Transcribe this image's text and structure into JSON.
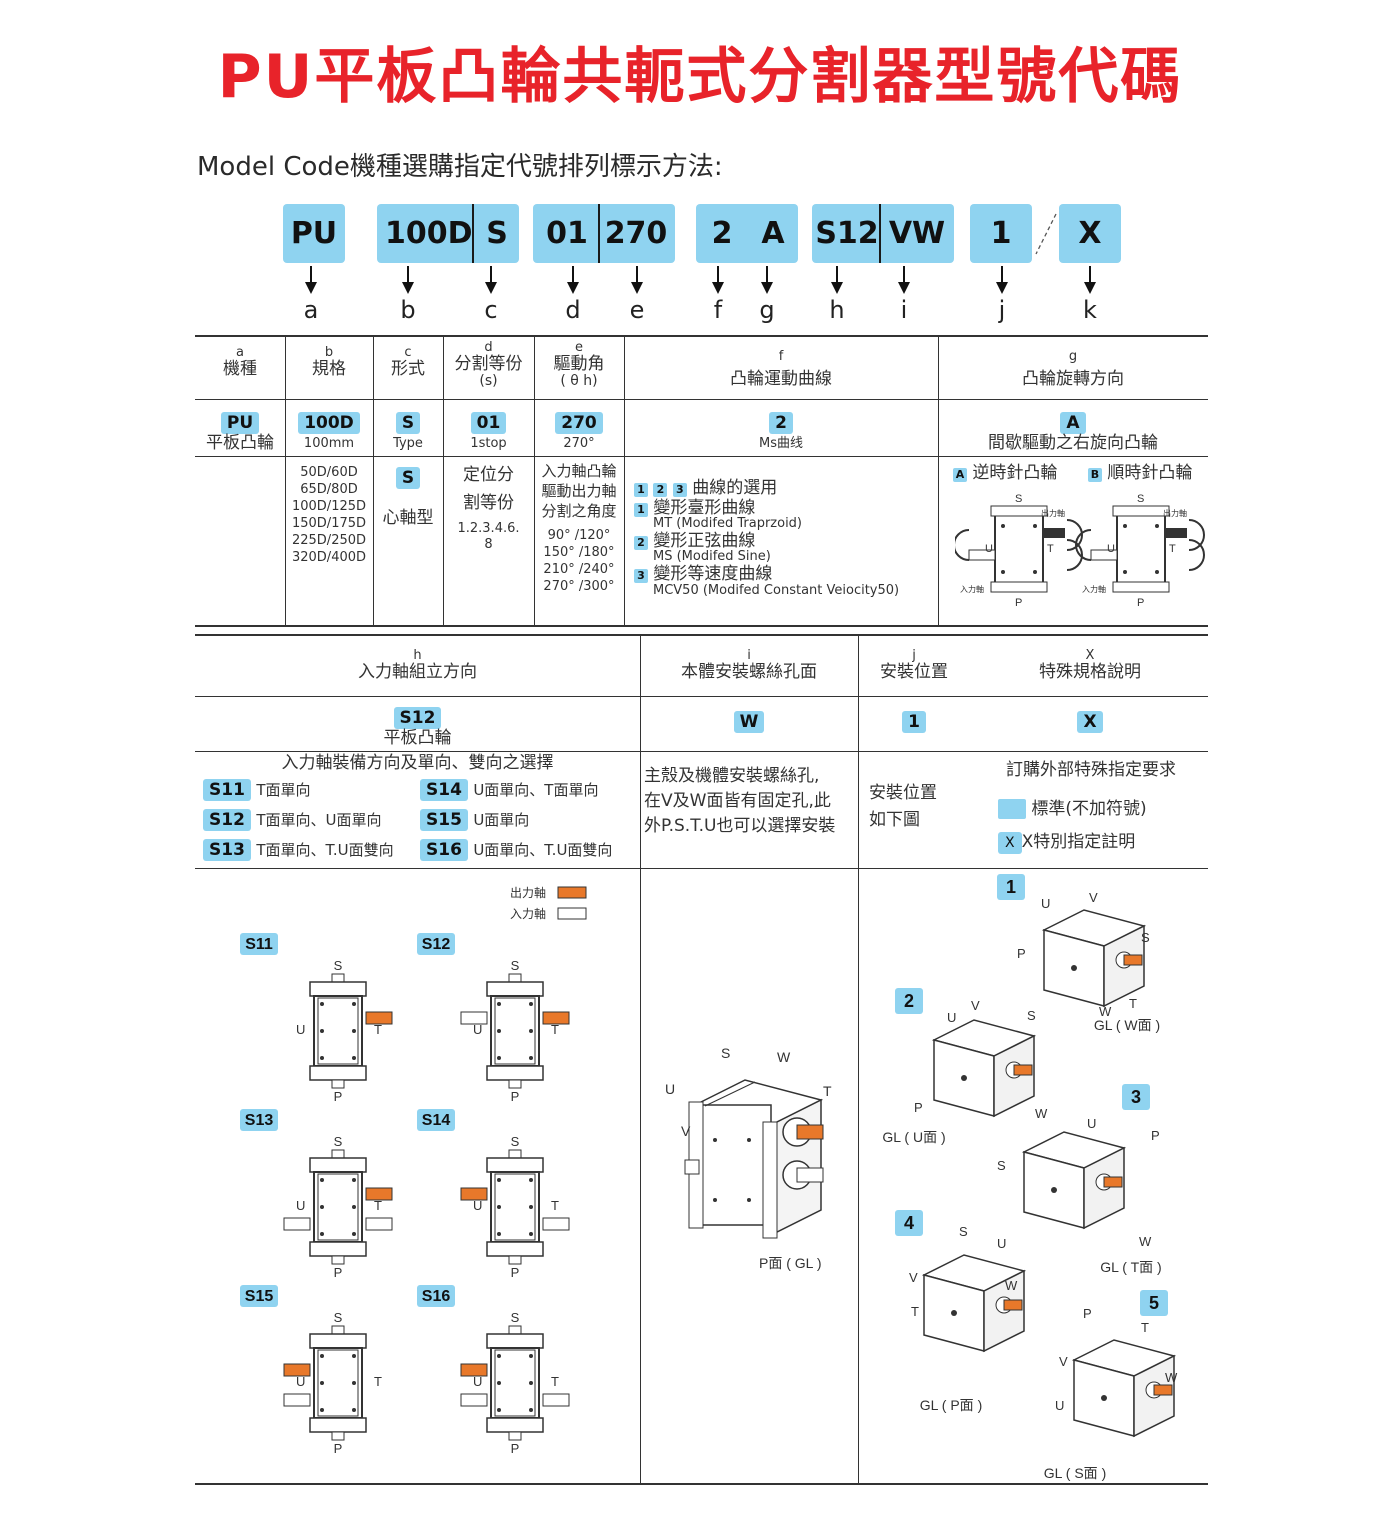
{
  "title": "PU平板凸輪共軛式分割器型號代碼",
  "subtitle": "Model Code機種選購指定代號排列標示方法:",
  "codes": {
    "pu": "PU",
    "size": "100D",
    "type": "S",
    "stops": "01",
    "angle": "270",
    "curve": "2",
    "dir": "A",
    "mount": "S12",
    "holes": "VW",
    "pos": "1",
    "special": "X"
  },
  "letters": [
    "a",
    "b",
    "c",
    "d",
    "e",
    "f",
    "g",
    "h",
    "i",
    "j",
    "k"
  ],
  "table1": {
    "headers": {
      "a": {
        "letter": "a",
        "label": "機種"
      },
      "b": {
        "letter": "b",
        "label": "規格"
      },
      "c": {
        "letter": "c",
        "label": "形式"
      },
      "d": {
        "letter": "d",
        "label": "分割等份",
        "sub": "(s)"
      },
      "e": {
        "letter": "e",
        "label": "驅動角",
        "sub": "( θ h)"
      },
      "f": {
        "letter": "f",
        "label": "凸輪運動曲線"
      },
      "g": {
        "letter": "g",
        "label": "凸輪旋轉方向"
      }
    },
    "examples": {
      "a": {
        "tag": "PU",
        "text": "平板凸輪"
      },
      "b": {
        "tag": "100D",
        "text": "100mm"
      },
      "c": {
        "tag": "S",
        "text": "Type"
      },
      "d": {
        "tag": "01",
        "text": "1stop"
      },
      "e": {
        "tag": "270",
        "text": "270°"
      },
      "f": {
        "tag": "2",
        "text": "Ms曲线"
      },
      "g": {
        "tag": "A",
        "text": "間歇驅動之右旋向凸輪"
      }
    },
    "sizes": [
      "50D/60D",
      "65D/80D",
      "100D/125D",
      "150D/175D",
      "225D/250D",
      "320D/400D"
    ],
    "type_tag": "S",
    "type_text": "心軸型",
    "stops_desc_1": "定位分",
    "stops_desc_2": "割等份",
    "stops_values_1": "1.2.3.4.6.",
    "stops_values_2": "8",
    "angle_desc": [
      "入力軸凸輪",
      "驅動出力軸",
      "分割之角度"
    ],
    "angle_values": [
      "90° /120°",
      "150° /180°",
      "210° /240°",
      "270° /300°"
    ],
    "curve_select_tags": [
      "1",
      "2",
      "3"
    ],
    "curve_select_text": "曲線的選用",
    "curves": [
      {
        "tag": "1",
        "name": "變形臺形曲線",
        "en": "MT (Modifed Traprzoid)"
      },
      {
        "tag": "2",
        "name": "變形正弦曲線",
        "en": "MS (Modifed Sine)"
      },
      {
        "tag": "3",
        "name": "變形等速度曲線",
        "en": "MCV50 (Modifed   Constant   Veiocity50)"
      }
    ],
    "rotation": [
      {
        "tag": "A",
        "text": "逆時針凸輪"
      },
      {
        "tag": "B",
        "text": "順時針凸輪"
      }
    ],
    "diagram_labels": {
      "s": "S",
      "p": "P",
      "u": "U",
      "t": "T",
      "out": "出力軸",
      "in": "入力軸"
    }
  },
  "table2": {
    "headers": {
      "h": {
        "letter": "h",
        "label": "入力軸組立方向"
      },
      "i": {
        "letter": "i",
        "label": "本體安裝螺絲孔面"
      },
      "j": {
        "letter": "j",
        "label": "安裝位置"
      },
      "x": {
        "letter": "X",
        "label": "特殊規格說明"
      }
    },
    "examples": {
      "h": {
        "tag": "S12",
        "text": "平板凸輪"
      },
      "i": {
        "tag": "W"
      },
      "j": {
        "tag": "1"
      },
      "x": {
        "tag": "X"
      }
    },
    "mount_title": "入力軸裝備方向及單向、雙向之選擇",
    "mount_options": [
      {
        "code": "S11",
        "text": "T面單向"
      },
      {
        "code": "S14",
        "text": "U面單向、T面單向"
      },
      {
        "code": "S12",
        "text": "T面單向、U面單向"
      },
      {
        "code": "S15",
        "text": "U面單向"
      },
      {
        "code": "S13",
        "text": "T面單向、T.U面雙向"
      },
      {
        "code": "S16",
        "text": "U面單向、T.U面雙向"
      }
    ],
    "holes_text": [
      "主殼及機體安裝螺絲孔,",
      "在V及W面皆有固定孔,此",
      "外P.S.T.U也可以選擇安裝"
    ],
    "pos_text": [
      "安裝位置",
      "如下圖"
    ],
    "special_title": "訂購外部特殊指定要求",
    "special_std": "標準(不加符號)",
    "special_x_tag": "X",
    "special_x_text": "X特別指定註明"
  },
  "legend": {
    "out": "出力軸",
    "in": "入力軸"
  },
  "mount_diagrams": [
    "S11",
    "S12",
    "S13",
    "S14",
    "S15",
    "S16"
  ],
  "face_labels": {
    "s": "S",
    "p": "P",
    "u": "U",
    "t": "T",
    "v": "V",
    "w": "W"
  },
  "center_caption": "P面 ( GL )",
  "positions": [
    {
      "num": "1",
      "caption": "GL ( W面 )"
    },
    {
      "num": "2",
      "caption": "GL ( U面 )"
    },
    {
      "num": "3",
      "caption": "GL ( T面 )"
    },
    {
      "num": "4",
      "caption": "GL ( P面 )"
    },
    {
      "num": "5",
      "caption": "GL ( S面 )"
    }
  ],
  "colors": {
    "accent_red": "#e8232a",
    "tag_blue": "#8fd3f0",
    "shaft_orange": "#e8782a"
  }
}
